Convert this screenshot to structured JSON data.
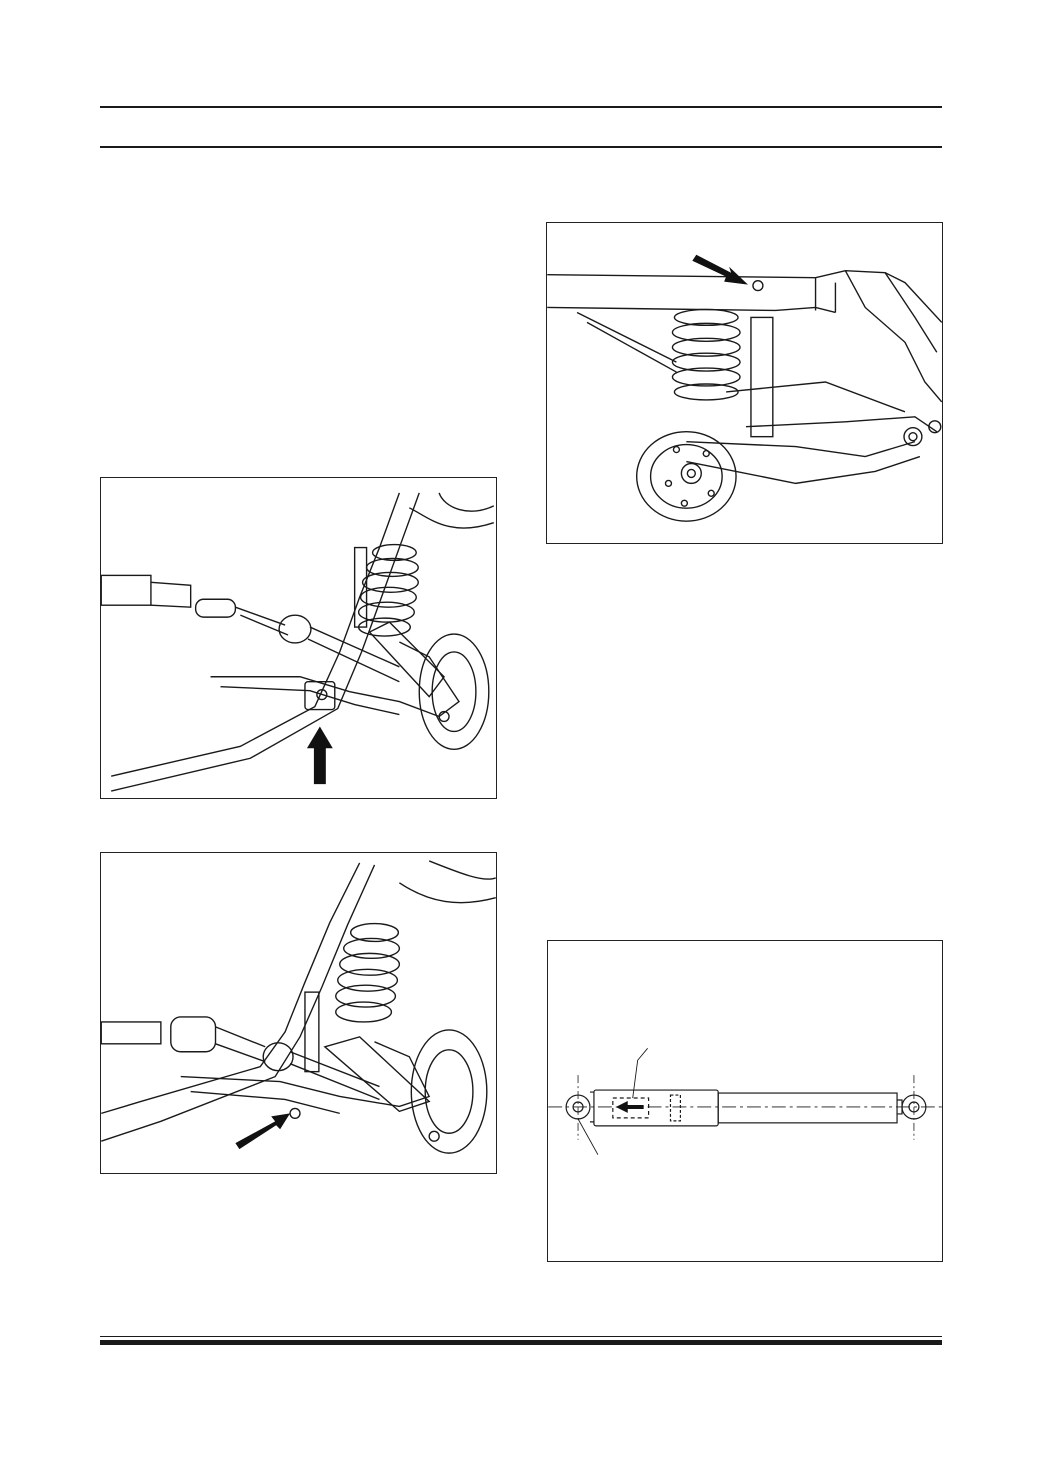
{
  "page": {
    "header_rules": 2,
    "footer_rules": 2
  },
  "figures": [
    {
      "id": "fig-rear-suspension-lower-arm",
      "icon": "arrow-up-icon"
    },
    {
      "id": "fig-rear-suspension-mount-bolt",
      "icon": "arrow-right-icon"
    },
    {
      "id": "fig-frame-side-bolt",
      "icon": "arrow-down-right-icon"
    },
    {
      "id": "fig-shock-absorber-drawing",
      "icon": "arrow-left-icon"
    }
  ],
  "colors": {
    "line": "#1a1a1a",
    "paper": "#ffffff",
    "arrow": "#111111"
  }
}
